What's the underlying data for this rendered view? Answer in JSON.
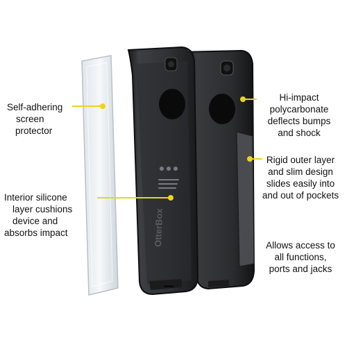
{
  "callouts": {
    "screen_protector": [
      "Self-adhering",
      "screen",
      "protector"
    ],
    "silicone_layer": [
      "Interior silicone",
      "layer cushions",
      "device and",
      "absorbs impact"
    ],
    "polycarbonate": [
      "Hi-impact",
      "polycarbonate",
      "deflects bumps",
      "and shock"
    ],
    "outer_layer": [
      "Rigid outer layer",
      "and slim design",
      "slides easily into",
      "and out of pockets"
    ],
    "access": [
      "Allows access to",
      "all functions,",
      "ports and jacks"
    ]
  },
  "brand_mark": "OtterBox",
  "colors": {
    "accent_yellow": "#f2d21a",
    "case_dark": "#2b2b2d",
    "case_mid": "#3c3d40",
    "shield_light": "#e9eef2"
  }
}
